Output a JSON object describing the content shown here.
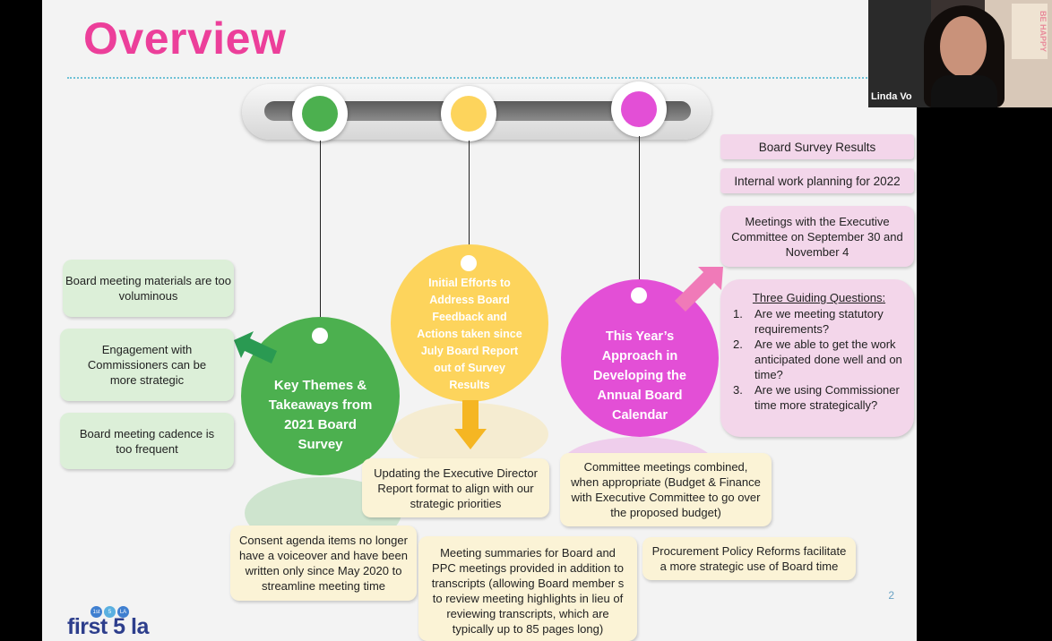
{
  "slide": {
    "title": "Overview",
    "page_number": "2"
  },
  "timeline": {
    "dots": [
      {
        "color": "#4cb04f"
      },
      {
        "color": "#fdd45c"
      },
      {
        "color": "#e34fd6"
      }
    ]
  },
  "circles": [
    {
      "label": "Key Themes & Takeaways from 2021 Board Survey",
      "color": "#4cb04f"
    },
    {
      "label": "Initial Efforts to Address Board Feedback and Actions taken since July Board Report out of Survey Results",
      "color": "#fdd45c"
    },
    {
      "label": "This Year’s Approach in Developing the Annual Board Calendar",
      "color": "#e34fd6"
    }
  ],
  "green_boxes": [
    "Board meeting materials are too voluminous",
    "Engagement with Commissioners can be more strategic",
    "Board meeting cadence is too frequent"
  ],
  "yellow_boxes": [
    "Updating the Executive Director Report format to align with our strategic priorities",
    "Committee meetings combined, when appropriate (Budget & Finance with Executive Committee to go over the proposed budget)",
    "Consent agenda items no longer have a voiceover and have been written only since May 2020 to streamline meeting time",
    "Meeting summaries for Board and PPC meetings provided in addition to transcripts (allowing Board member s to review meeting highlights in lieu of reviewing transcripts, which are typically up to 85 pages long)",
    "Procurement Policy Reforms facilitate a more strategic use of Board time"
  ],
  "pink_boxes": {
    "survey": "Board Survey Results",
    "planning": "Internal work planning for 2022",
    "meetings": "Meetings with the Executive Committee on September 30 and November 4",
    "questions_title": "Three Guiding Questions:",
    "questions": [
      {
        "num": "1.",
        "text": "Are we meeting statutory requirements?"
      },
      {
        "num": "2.",
        "text": "Are we able to get the work anticipated done well and on time?"
      },
      {
        "num": "3.",
        "text": "Are we using Commissioner time more strategically?"
      }
    ]
  },
  "webcam": {
    "participant_name": "Linda Vo",
    "poster_text": "BE HAPPY"
  },
  "logo": {
    "text": "first 5 la",
    "bubbles": [
      "1st",
      "5",
      "LA"
    ]
  },
  "colors": {
    "title": "#ec3f9a",
    "green": "#4cb04f",
    "yellow": "#fdd45c",
    "pink": "#e34fd6",
    "arrow_green": "#2a9a52",
    "arrow_yellow": "#f5b623",
    "arrow_pink": "#f07ab8"
  }
}
